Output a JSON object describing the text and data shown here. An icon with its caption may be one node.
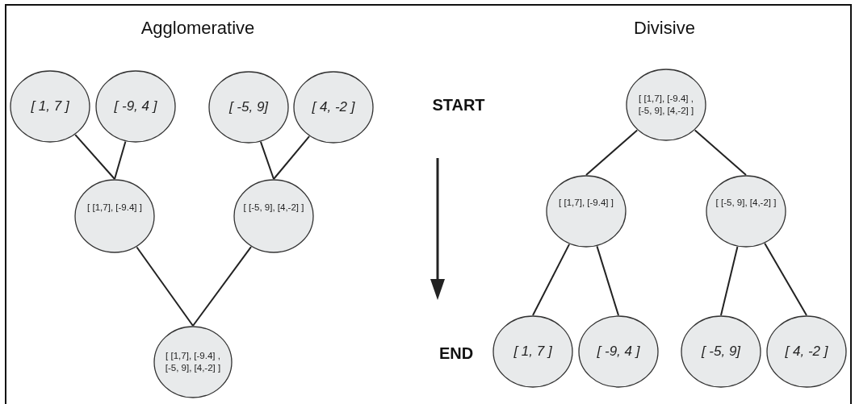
{
  "diagram": {
    "nodes": [
      {
        "text": [
          "[ 1, 7 ]"
        ]
      },
      {
        "text": [
          "[ -9, 4 ]"
        ]
      },
      {
        "text": [
          "[ -5, 9]"
        ]
      },
      {
        "text": [
          "[ 4, -2 ]"
        ]
      },
      {
        "text": [
          "[ [1,7], [-9.4] ]"
        ]
      },
      {
        "text": [
          "[ [-5, 9], [4,-2] ]"
        ]
      },
      {
        "text": [
          "[ [1,7], [-9.4] , [-5, 9], [4,-2] ]"
        ]
      },
      {
        "text": [
          "[ [1,7], [-9.4] , [-5, 9], [4,-2] ]"
        ]
      },
      {
        "text": [
          "[ [1,7], [-9.4] ]"
        ]
      },
      {
        "text": [
          "[ [-5, 9], [4,-2] ]"
        ]
      },
      {
        "text": [
          "[ 1, 7 ]"
        ]
      },
      {
        "text": [
          "[ -9, 4 ]"
        ]
      },
      {
        "text": [
          "[ -5, 9]"
        ]
      },
      {
        "text": [
          "[ 4, -2 ]"
        ]
      }
    ],
    "edges": [
      {
        "from": 0,
        "to": 4,
        "arrow": "none"
      },
      {
        "from": 1,
        "to": 4,
        "arrow": "none"
      },
      {
        "from": 2,
        "to": 5,
        "arrow": "none"
      },
      {
        "from": 3,
        "to": 5,
        "arrow": "none"
      },
      {
        "from": 4,
        "to": 6,
        "arrow": "none"
      },
      {
        "from": 5,
        "to": 6,
        "arrow": "none"
      },
      {
        "from": 7,
        "to": 8,
        "arrow": "none"
      },
      {
        "from": 7,
        "to": 9,
        "arrow": "none"
      },
      {
        "from": 8,
        "to": 10,
        "arrow": "none"
      },
      {
        "from": 8,
        "to": 11,
        "arrow": "none"
      },
      {
        "from": 9,
        "to": 12,
        "arrow": "none"
      },
      {
        "from": 9,
        "to": 13,
        "arrow": "none"
      }
    ],
    "labels": [
      "Agglomerative",
      "Divisive",
      "START",
      "END"
    ]
  }
}
